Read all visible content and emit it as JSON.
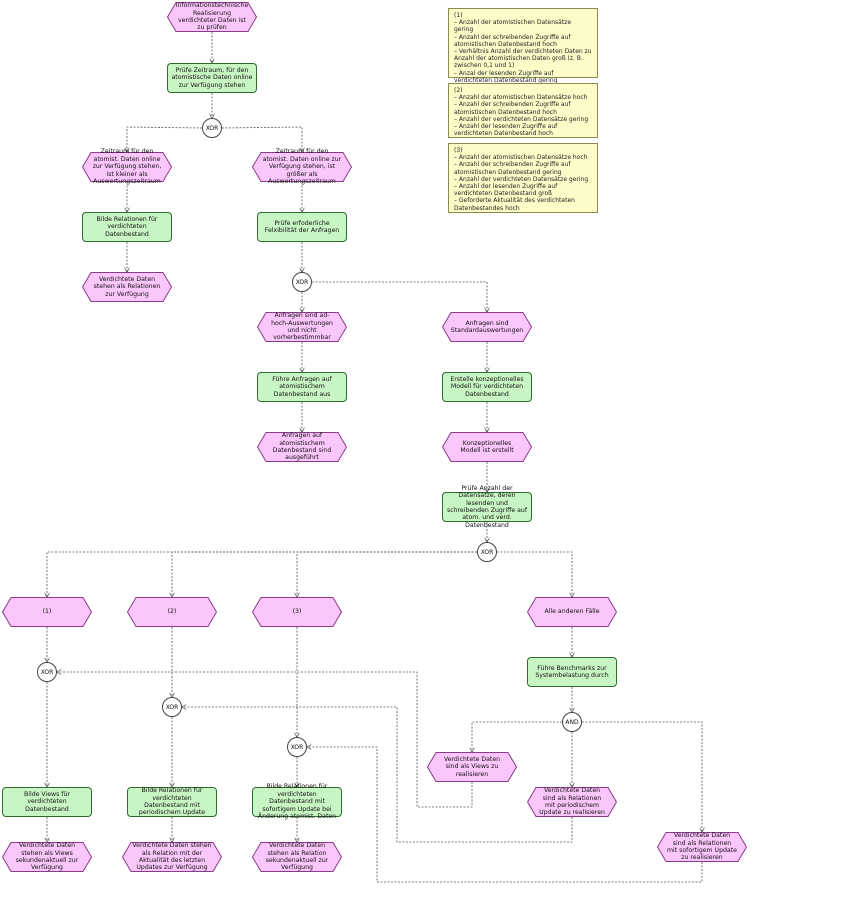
{
  "nodes": {
    "e_start": "Informationstechnische Realisierung verdichteter Daten ist zu prüfen",
    "f_pruefe_zeitraum": "Prüfe Zeitraum, für den atomistische Daten online zur Verfügung stehen",
    "x1": "XOR",
    "e_kleiner": "Zeitraum für den atomist. Daten online zur Verfügung stehen, ist kleiner als Auswertungszeitraum",
    "e_groesser": "Zeitraum für den atomist. Daten online zur Verfügung stehen, ist größer als Auswertungszeitraum",
    "f_bilde_rel_verd": "Bilde Relationen für verdichteten Datenbestand",
    "f_pruefe_flex": "Prüfe erfoderliche Felxibilität der Anfragen",
    "e_verd_rel": "Verdichtete Daten stehen als Relationen zur Verfügung",
    "x2": "XOR",
    "e_adhoc": "Anfragen sind ad-hoch-Auswertungen und nicht vorherbestimmbar",
    "e_standard": "Anfragen sind Standardauswertungen",
    "f_fuehre_anfragen": "Führe Anfragen auf atomistischem Datenbestand aus",
    "f_erstelle_modell": "Erstelle konzeptionelles Modell für verdichteten Datenbestand",
    "e_anfragen_ausgef": "Anfragen auf atomistischem Datenbestand sind ausgeführt",
    "e_modell_erstellt": "Konzeptionelles Modell ist erstellt",
    "f_pruefe_anzahl": "Prüfe Anzahl der Datensätze, deren lesenden und schreibenden Zugriffe auf atom. und verd. Datenbestand",
    "x3": "XOR",
    "e_c1": "(1)",
    "e_c2": "(2)",
    "e_c3": "(3)",
    "e_alle": "Alle anderen Fälle",
    "x4": "XOR",
    "f_benchmarks": "Führe Benchmarks zur Systembelastung durch",
    "x5": "XOR",
    "and1": "AND",
    "x6": "XOR",
    "e_views_real": "Verdichtete Daten sind als Views zu realisieren",
    "e_rel_period_real": "Verdichtete Daten sind als Relationen mit periodischem Update zu realisieren",
    "e_rel_sofort_real": "Verdichtete Daten sind als Relationen mit sofortigem Update zu realisieren",
    "f_bilde_views": "Bilde Views für verdichteten Datenbestand",
    "f_bilde_rel_period": "Bilde Relationen für verdichteten Datenbestand mit periodischem Update",
    "f_bilde_rel_sofort": "Bilde Relationen für verdichteten Datenbestand mit sofortigem Update bei Änderung atomist. Daten",
    "e_end_views": "Verdichtete Daten stehen als Views sekundenaktuell zur Verfügung",
    "e_end_period": "Verdichtete Daten stehen als Relation mit der Aktualität des letzten Updates zur Verfügung",
    "e_end_sofort": "Verdichtete Daten stehen als Relation sekundenaktuell zur Verfügung"
  },
  "notes": {
    "n1": "(1)\n– Anzahl der atomistischen Datensätze gering\n– Anzahl der schreibenden Zugriffe auf atomistischen Datenbestand hoch\n– Verhältnis Anzahl der verdichteten Daten zu Anzahl der atomistischen Daten groß (z. B. zwischen 0,1 und 1)\n– Anzal der lesenden Zugriffe auf verdichteten Datenbestand gering",
    "n2": "(2)\n– Anzahl der atomistischen Datensätze hoch\n– Anzahl der schreibenden Zugriffe auf atomistischen Datenbestand hoch\n– Anzahl der verdichteten Datensätze gering\n– Anzahl der lesenden Zugriffe auf verdichteten Datenbestand hoch",
    "n3": "(3)\n– Anzahl der atomistischen Datensätze hoch\n– Anzahl der schreibenden Zugriffe auf atomistischen Datenbestand gering\n– Anzahl der verdichteten Datensätze gering\n– Anzahl der lesenden Zugriffe auf verdichteten Datenbestand groß\n– Geforderte Aktualität des verdichteten Datenbestandes hoch"
  },
  "colors": {
    "function_fill": "#c8f5c4",
    "function_border": "#2f6b2f",
    "event_fill": "#fbc6fb",
    "event_border": "#8a3a8a",
    "note_fill": "#fdfcc8",
    "edge": "#555555"
  }
}
